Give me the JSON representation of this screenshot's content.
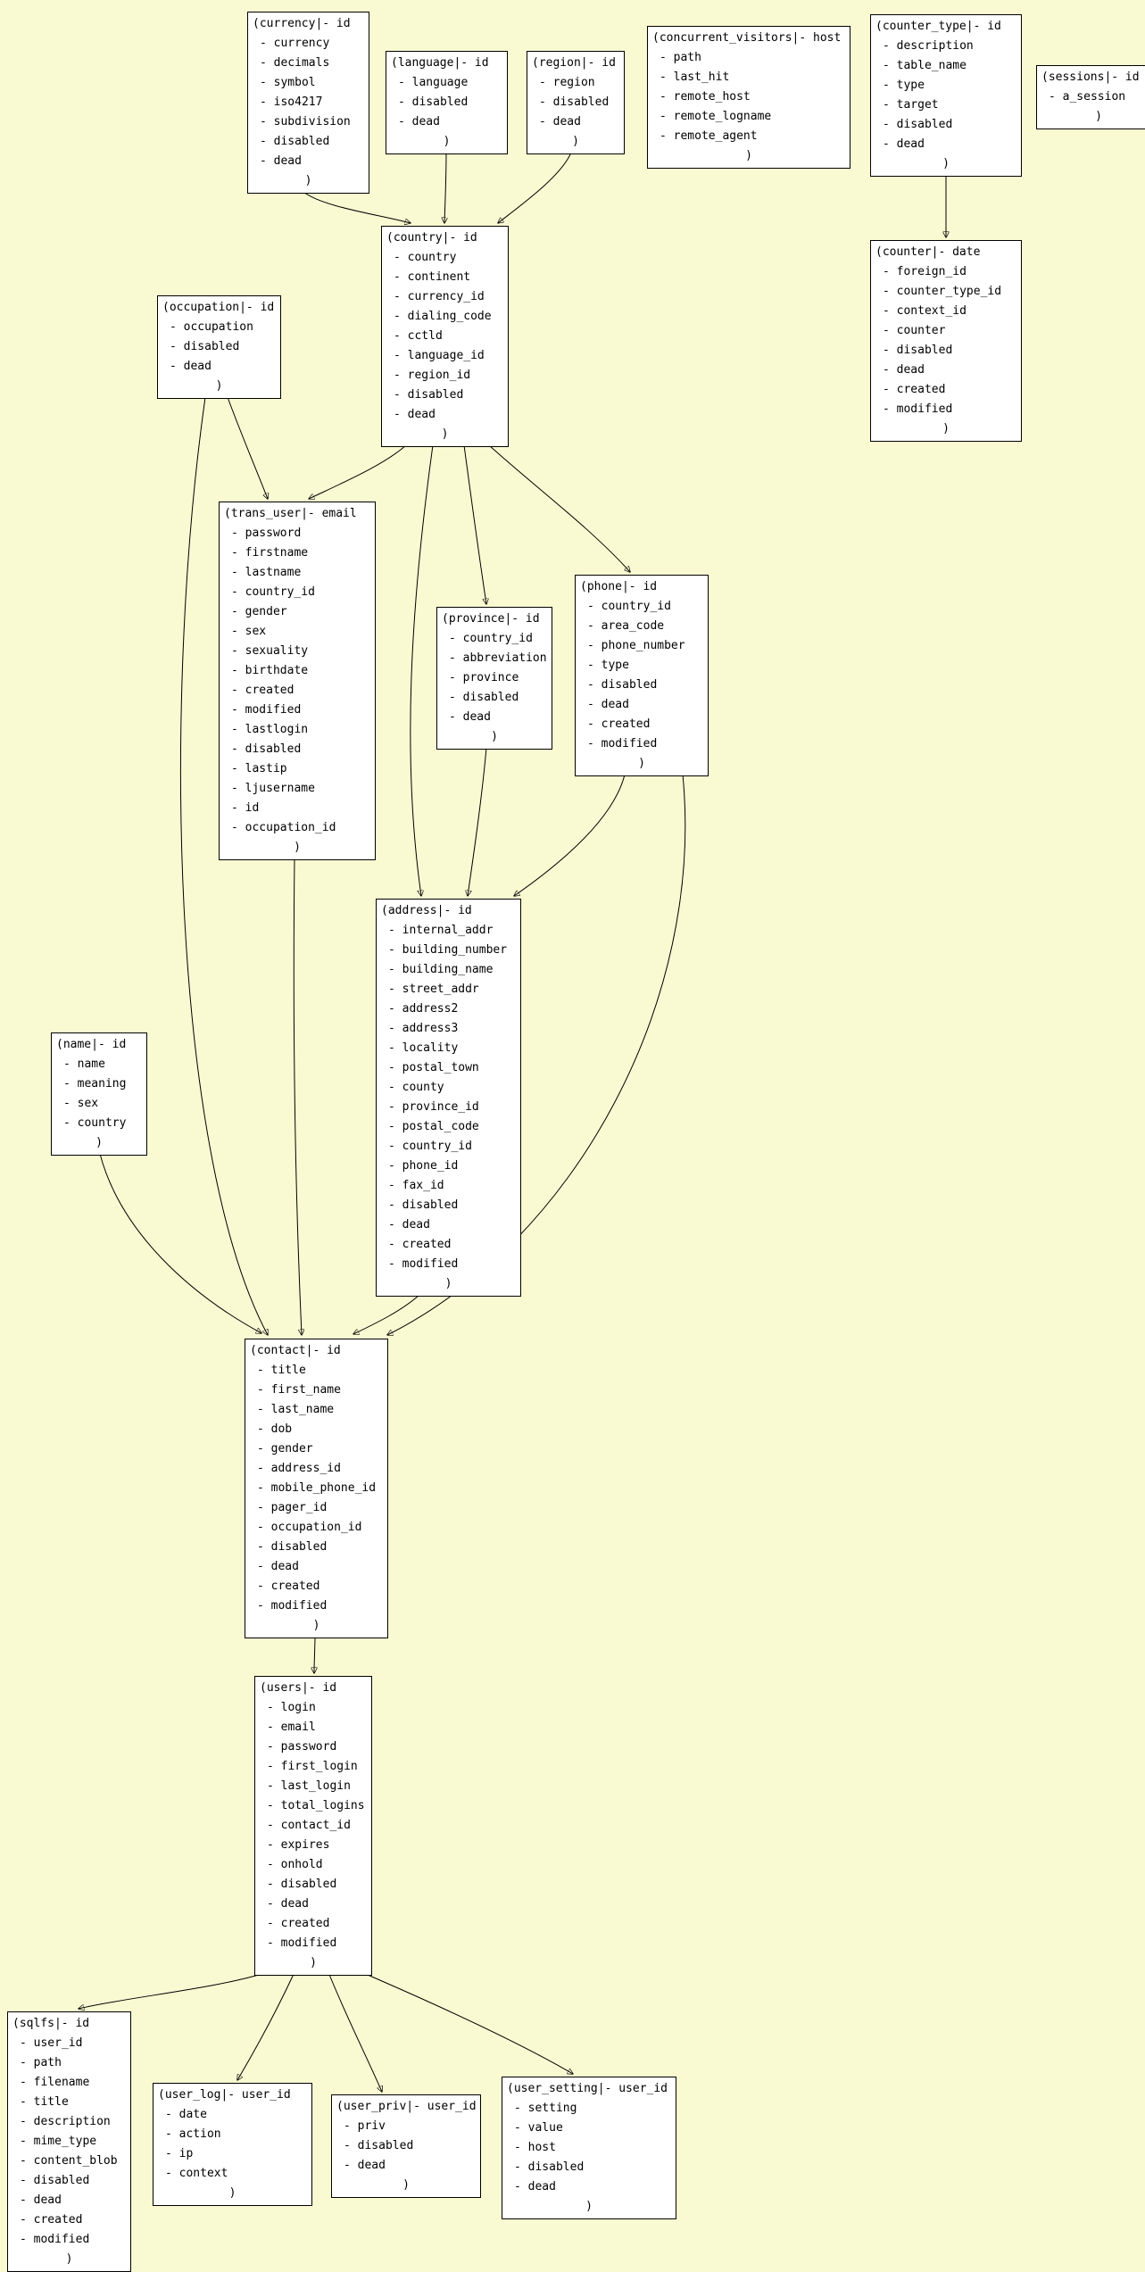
{
  "diagram": {
    "background_color": "#fafad2",
    "box_background": "#ffffff",
    "box_border_color": "#000000",
    "text_color": "#000000",
    "edge_color": "#000000"
  },
  "tables": {
    "currency": {
      "header": "(currency|- id",
      "fields": [
        "- currency",
        "- decimals",
        "- symbol",
        "- iso4217",
        "- subdivision",
        "- disabled",
        "- dead"
      ],
      "footer": ")"
    },
    "language": {
      "header": "(language|- id",
      "fields": [
        "- language",
        "- disabled",
        "- dead"
      ],
      "footer": ")"
    },
    "region": {
      "header": "(region|- id",
      "fields": [
        "- region",
        "- disabled",
        "- dead"
      ],
      "footer": ")"
    },
    "concurrent_visitors": {
      "header": "(concurrent_visitors|- host",
      "fields": [
        "- path",
        "- last_hit",
        "- remote_host",
        "- remote_logname",
        "- remote_agent"
      ],
      "footer": ")"
    },
    "counter_type": {
      "header": "(counter_type|- id",
      "fields": [
        "- description",
        "- table_name",
        "- type",
        "- target",
        "- disabled",
        "- dead"
      ],
      "footer": ")"
    },
    "sessions": {
      "header": "(sessions|- id",
      "fields": [
        "- a_session"
      ],
      "footer": ")"
    },
    "counter": {
      "header": "(counter|- date",
      "fields": [
        "- foreign_id",
        "- counter_type_id",
        "- context_id",
        "- counter",
        "- disabled",
        "- dead",
        "- created",
        "- modified"
      ],
      "footer": ")"
    },
    "country": {
      "header": "(country|- id",
      "fields": [
        "- country",
        "- continent",
        "- currency_id",
        "- dialing_code",
        "- cctld",
        "- language_id",
        "- region_id",
        "- disabled",
        "- dead"
      ],
      "footer": ")"
    },
    "occupation": {
      "header": "(occupation|- id",
      "fields": [
        "- occupation",
        "- disabled",
        "- dead"
      ],
      "footer": ")"
    },
    "trans_user": {
      "header": "(trans_user|- email",
      "fields": [
        "- password",
        "- firstname",
        "- lastname",
        "- country_id",
        "- gender",
        "- sex",
        "- sexuality",
        "- birthdate",
        "- created",
        "- modified",
        "- lastlogin",
        "- disabled",
        "- lastip",
        "- ljusername",
        "- id",
        "- occupation_id"
      ],
      "footer": ")"
    },
    "province": {
      "header": "(province|- id",
      "fields": [
        "- country_id",
        "- abbreviation",
        "- province",
        "- disabled",
        "- dead"
      ],
      "footer": ")"
    },
    "phone": {
      "header": "(phone|- id",
      "fields": [
        "- country_id",
        "- area_code",
        "- phone_number",
        "- type",
        "- disabled",
        "- dead",
        "- created",
        "- modified"
      ],
      "footer": ")"
    },
    "address": {
      "header": "(address|- id",
      "fields": [
        "- internal_addr",
        "- building_number",
        "- building_name",
        "- street_addr",
        "- address2",
        "- address3",
        "- locality",
        "- postal_town",
        "- county",
        "- province_id",
        "- postal_code",
        "- country_id",
        "- phone_id",
        "- fax_id",
        "- disabled",
        "- dead",
        "- created",
        "- modified"
      ],
      "footer": ")"
    },
    "name": {
      "header": "(name|- id",
      "fields": [
        "- name",
        "- meaning",
        "- sex",
        "- country"
      ],
      "footer": ")"
    },
    "contact": {
      "header": "(contact|- id",
      "fields": [
        "- title",
        "- first_name",
        "- last_name",
        "- dob",
        "- gender",
        "- address_id",
        "- mobile_phone_id",
        "- pager_id",
        "- occupation_id",
        "- disabled",
        "- dead",
        "- created",
        "- modified"
      ],
      "footer": ")"
    },
    "users": {
      "header": "(users|- id",
      "fields": [
        "- login",
        "- email",
        "- password",
        "- first_login",
        "- last_login",
        "- total_logins",
        "- contact_id",
        "- expires",
        "- onhold",
        "- disabled",
        "- dead",
        "- created",
        "- modified"
      ],
      "footer": ")"
    },
    "sqlfs": {
      "header": "(sqlfs|- id",
      "fields": [
        "- user_id",
        "- path",
        "- filename",
        "- title",
        "- description",
        "- mime_type",
        "- content_blob",
        "- disabled",
        "- dead",
        "- created",
        "- modified"
      ],
      "footer": ")"
    },
    "user_log": {
      "header": "(user_log|- user_id",
      "fields": [
        "- date",
        "- action",
        "- ip",
        "- context"
      ],
      "footer": ")"
    },
    "user_priv": {
      "header": "(user_priv|- user_id",
      "fields": [
        "- priv",
        "- disabled",
        "- dead"
      ],
      "footer": ")"
    },
    "user_setting": {
      "header": "(user_setting|- user_id",
      "fields": [
        "- setting",
        "- value",
        "- host",
        "- disabled",
        "- dead"
      ],
      "footer": ")"
    }
  }
}
